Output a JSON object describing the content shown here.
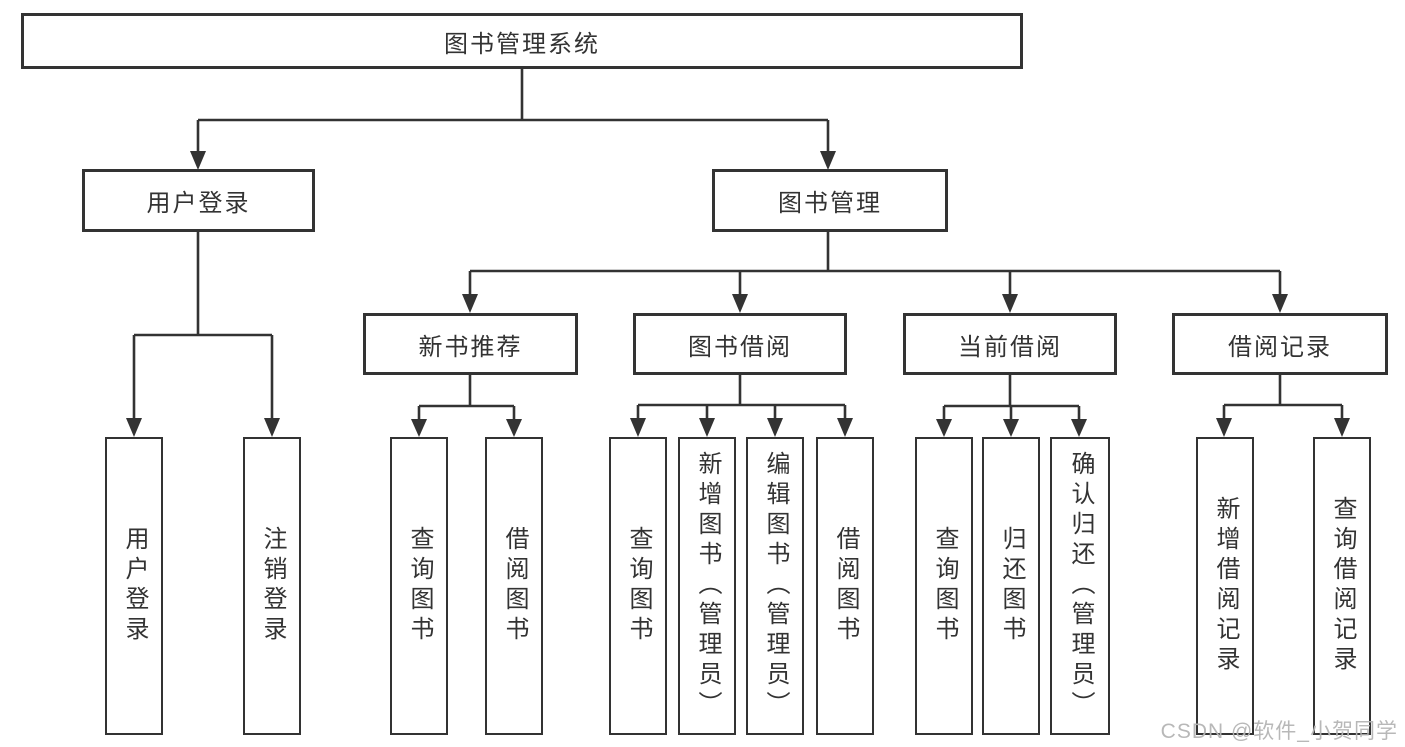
{
  "colors": {
    "line": "#333333",
    "box_background": "#ffffff",
    "text": "#333333",
    "watermark": "#b5b5b5"
  },
  "diagram": {
    "root": {
      "label": "图书管理系统"
    },
    "level2": [
      {
        "label": "用户登录"
      },
      {
        "label": "图书管理"
      }
    ],
    "level3": [
      {
        "parent": "图书管理",
        "label": "新书推荐"
      },
      {
        "parent": "图书管理",
        "label": "图书借阅"
      },
      {
        "parent": "图书管理",
        "label": "当前借阅"
      },
      {
        "parent": "图书管理",
        "label": "借阅记录"
      }
    ],
    "leaves": [
      {
        "parent": "用户登录",
        "label": "用户登录"
      },
      {
        "parent": "用户登录",
        "label": "注销登录"
      },
      {
        "parent": "新书推荐",
        "label": "查询图书"
      },
      {
        "parent": "新书推荐",
        "label": "借阅图书"
      },
      {
        "parent": "图书借阅",
        "label": "查询图书"
      },
      {
        "parent": "图书借阅",
        "label": "新增图书（管理员）"
      },
      {
        "parent": "图书借阅",
        "label": "编辑图书（管理员）"
      },
      {
        "parent": "图书借阅",
        "label": "借阅图书"
      },
      {
        "parent": "当前借阅",
        "label": "查询图书"
      },
      {
        "parent": "当前借阅",
        "label": "归还图书"
      },
      {
        "parent": "当前借阅",
        "label": "确认归还（管理员）"
      },
      {
        "parent": "借阅记录",
        "label": "新增借阅记录"
      },
      {
        "parent": "借阅记录",
        "label": "查询借阅记录"
      }
    ]
  },
  "watermark": {
    "text": "CSDN @软件_小贺同学"
  }
}
